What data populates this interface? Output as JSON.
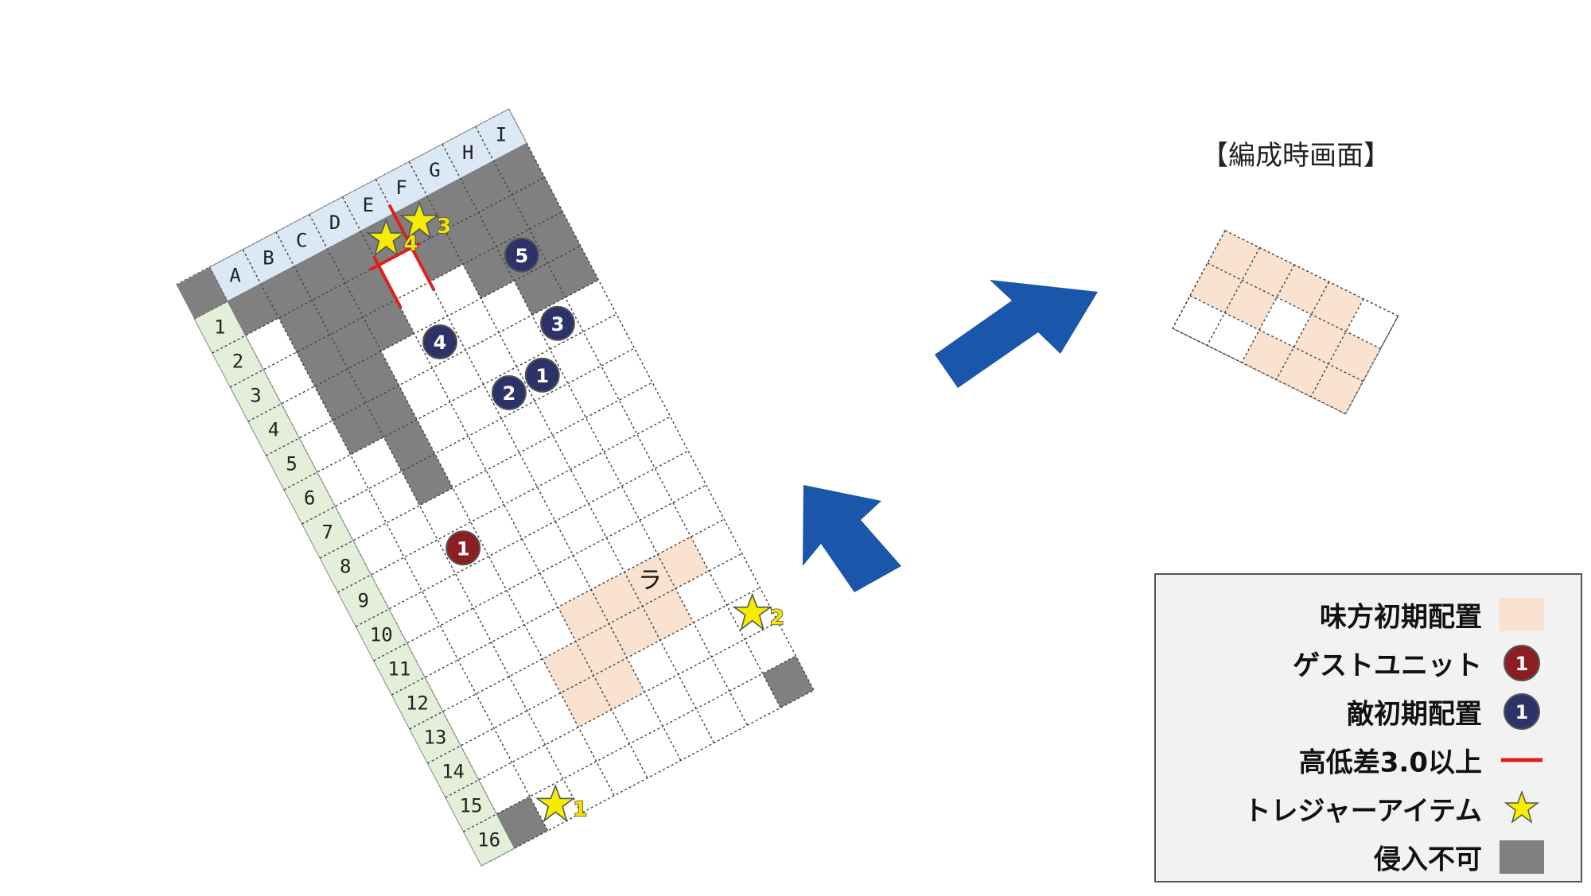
{
  "map": {
    "columns": [
      "A",
      "B",
      "C",
      "D",
      "E",
      "F",
      "G",
      "H",
      "I"
    ],
    "rows": [
      "1",
      "2",
      "3",
      "4",
      "5",
      "6",
      "7",
      "8",
      "9",
      "10",
      "11",
      "12",
      "13",
      "14",
      "15",
      "16"
    ],
    "blocked_cells": [
      [
        0,
        0
      ],
      [
        1,
        0
      ],
      [
        2,
        0
      ],
      [
        3,
        0
      ],
      [
        4,
        0
      ],
      [
        5,
        0
      ],
      [
        6,
        0
      ],
      [
        7,
        0
      ],
      [
        8,
        0
      ],
      [
        1,
        1
      ],
      [
        2,
        1
      ],
      [
        3,
        1
      ],
      [
        5,
        1
      ],
      [
        6,
        1
      ],
      [
        7,
        1
      ],
      [
        8,
        1
      ],
      [
        1,
        2
      ],
      [
        2,
        2
      ],
      [
        3,
        2
      ],
      [
        6,
        2
      ],
      [
        7,
        2
      ],
      [
        8,
        2
      ],
      [
        1,
        3
      ],
      [
        2,
        3
      ],
      [
        7,
        3
      ],
      [
        8,
        3
      ],
      [
        1,
        4
      ],
      [
        2,
        4
      ],
      [
        2,
        5
      ],
      [
        2,
        6
      ],
      [
        0,
        15
      ],
      [
        8,
        15
      ]
    ],
    "ally_cells": [
      [
        4,
        11
      ],
      [
        5,
        11
      ],
      [
        6,
        11
      ],
      [
        7,
        11
      ],
      [
        3,
        12
      ],
      [
        4,
        12
      ],
      [
        5,
        12
      ],
      [
        6,
        12
      ],
      [
        3,
        13
      ],
      [
        4,
        13
      ]
    ],
    "height_diff_edges": [
      {
        "cell": [
          5,
          0
        ],
        "side": "left"
      },
      {
        "cell": [
          5,
          1
        ],
        "side": "left"
      },
      {
        "cell": [
          4,
          0
        ],
        "side": "bottom"
      },
      {
        "cell": [
          4,
          1
        ],
        "side": "left"
      }
    ],
    "guest_units": [
      {
        "number": "1",
        "col": 2,
        "row": 8
      }
    ],
    "enemy_units": [
      {
        "number": "1",
        "col": 6,
        "row": 5
      },
      {
        "number": "2",
        "col": 5,
        "row": 5
      },
      {
        "number": "3",
        "col": 7,
        "row": 4
      },
      {
        "number": "4",
        "col": 4,
        "row": 3
      },
      {
        "number": "5",
        "col": 7,
        "row": 2
      }
    ],
    "treasures": [
      {
        "number": "1",
        "col": 1,
        "row": 15
      },
      {
        "number": "2",
        "col": 8,
        "row": 13
      },
      {
        "number": "3",
        "col": 5,
        "row": 0
      },
      {
        "number": "4",
        "col": 4,
        "row": 0
      }
    ],
    "map_label": {
      "text": "ラ",
      "col": 6,
      "row": 11
    }
  },
  "formation": {
    "title": "【編成時画面】",
    "cells": [
      [
        0,
        0
      ],
      [
        1,
        0
      ],
      [
        2,
        0
      ],
      [
        3,
        0
      ],
      [
        0,
        1
      ],
      [
        1,
        1
      ],
      [
        3,
        1
      ],
      [
        4,
        1
      ],
      [
        2,
        2
      ],
      [
        3,
        2
      ],
      [
        4,
        2
      ]
    ]
  },
  "legend": {
    "ally_start": "味方初期配置",
    "guest_unit": "ゲストユニット",
    "guest_marker": "1",
    "enemy_start": "敵初期配置",
    "enemy_marker": "1",
    "height_diff": "高低差3.0以上",
    "treasure": "トレジャーアイテム",
    "blocked": "侵入不可"
  },
  "colors": {
    "blocked": "#808080",
    "ally": "#f9e2d0",
    "column_header": "#dbe8f5",
    "row_header": "#e3efd9",
    "guest": "#8c1e22",
    "enemy": "#2b3368",
    "height_line": "#e0201c",
    "star": "#f5ec00",
    "arrow": "#1a56a9"
  }
}
